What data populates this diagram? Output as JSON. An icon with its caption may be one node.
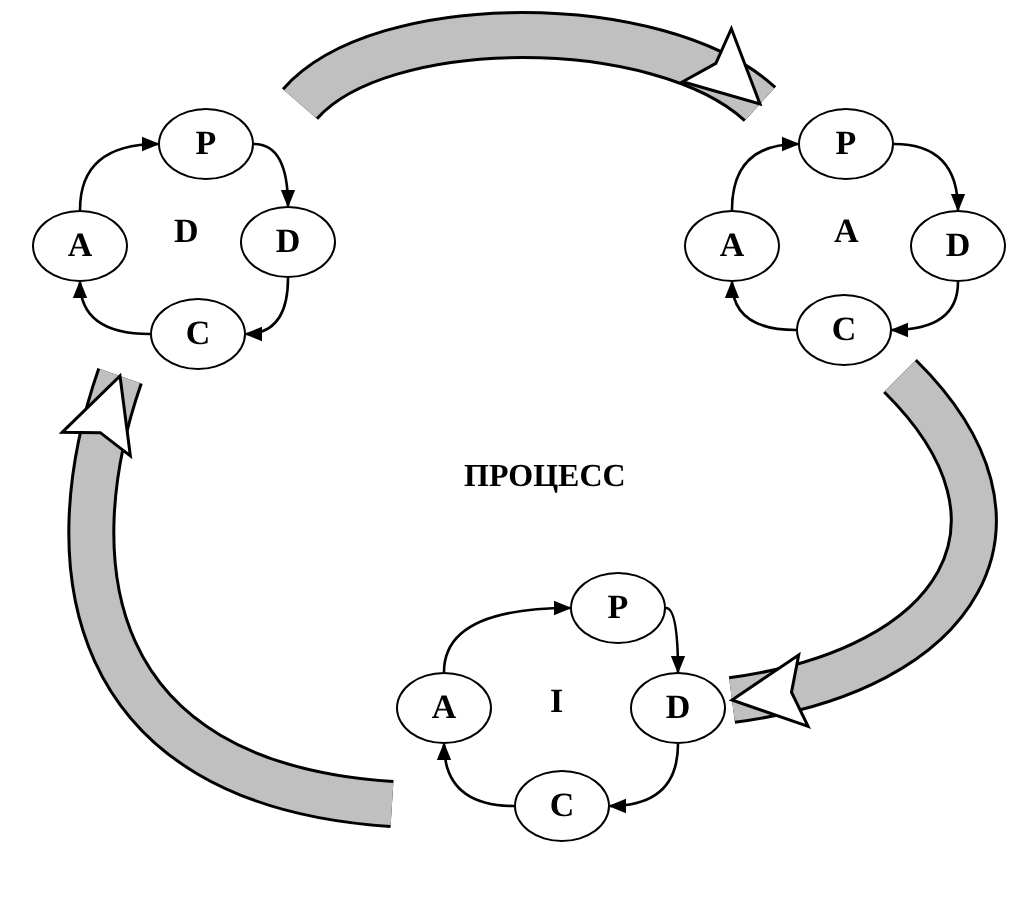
{
  "diagram": {
    "title": "ПРОЦЕСС",
    "nodes": [
      {
        "text": [
          "D"
        ]
      },
      {
        "text": [
          "P"
        ],
        "in": 0
      },
      {
        "text": [
          "A"
        ],
        "in": 0
      },
      {
        "text": [
          "D"
        ],
        "in": 0
      },
      {
        "text": [
          "C"
        ],
        "in": 0
      },
      {
        "text": [
          "A"
        ]
      },
      {
        "text": [
          "P"
        ],
        "in": 5
      },
      {
        "text": [
          "A"
        ],
        "in": 5
      },
      {
        "text": [
          "D"
        ],
        "in": 5
      },
      {
        "text": [
          "C"
        ],
        "in": 5
      },
      {
        "text": [
          "I"
        ]
      },
      {
        "text": [
          "P"
        ],
        "in": 10
      },
      {
        "text": [
          "A"
        ],
        "in": 10
      },
      {
        "text": [
          "D"
        ],
        "in": 10
      },
      {
        "text": [
          "C"
        ],
        "in": 10
      }
    ],
    "edges": [
      {
        "from": 1,
        "to": 3,
        "arrow": "to"
      },
      {
        "from": 3,
        "to": 4,
        "arrow": "to"
      },
      {
        "from": 4,
        "to": 2,
        "arrow": "to"
      },
      {
        "from": 2,
        "to": 1,
        "arrow": "to"
      },
      {
        "from": 6,
        "to": 8,
        "arrow": "to"
      },
      {
        "from": 8,
        "to": 9,
        "arrow": "to"
      },
      {
        "from": 9,
        "to": 7,
        "arrow": "to"
      },
      {
        "from": 7,
        "to": 6,
        "arrow": "to"
      },
      {
        "from": 11,
        "to": 13,
        "arrow": "to"
      },
      {
        "from": 13,
        "to": 14,
        "arrow": "to"
      },
      {
        "from": 14,
        "to": 12,
        "arrow": "to"
      },
      {
        "from": 12,
        "to": 11,
        "arrow": "to"
      },
      {
        "from": 0,
        "to": 5,
        "arrow": "to",
        "style": "thick",
        "color": "#c0c0c0"
      },
      {
        "from": 5,
        "to": 10,
        "arrow": "to",
        "style": "thick",
        "color": "#c0c0c0"
      },
      {
        "from": 10,
        "to": 0,
        "arrow": "to",
        "style": "thick",
        "color": "#c0c0c0"
      }
    ]
  }
}
